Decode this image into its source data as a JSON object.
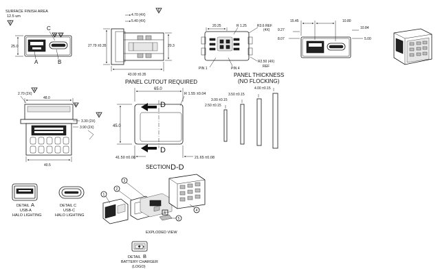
{
  "surface_finish": {
    "title": "SURFACE FINISH AREA",
    "value": "12.5 um",
    "flag": "E"
  },
  "front_view": {
    "dim_height": "25.0",
    "label_a": "A",
    "label_b": "B",
    "label_c": "C",
    "flags": [
      "A",
      "D"
    ]
  },
  "side_view": {
    "dim_470": "4.70 (4X)",
    "dim_540": "5.40 (4X)",
    "dim_2779": "27.79 ±0.35",
    "dim_4300": "43.00 ±0.35",
    "dim_203": "20.3",
    "flag": "E"
  },
  "rear_view": {
    "dim_2025": "20.25",
    "dim_r125": "R 1.25",
    "dim_r36": "R3.6 REF",
    "dim_r36_qty": "(4X)",
    "dim_r250": "R2.50 (4X)",
    "ref": "REF",
    "pin1": "PIN 1",
    "pin4": "PIN 4"
  },
  "right_front_view": {
    "dim_1545": "15.45",
    "dim_1080": "10.80",
    "dim_927": "9.27",
    "dim_1084": "10.84",
    "dim_807": "8.07",
    "dim_500": "5.00"
  },
  "bottom_view": {
    "dim_2x270": "2.70 (2X)",
    "dim_480": "48.0",
    "dim_330": "3.30 (2X)",
    "dim_390": "3.90 (2X)",
    "dim_405": "40.5",
    "flags": [
      "A",
      "E",
      "E"
    ]
  },
  "panel_cutout": {
    "title": "PANEL CUTOUT REQUIRED",
    "dim_650": "65.0",
    "dim_r155": "R 1.55 ±0.04",
    "dim_450": "45.0",
    "dim_4150": "41.50 ±0.08",
    "dim_2165": "21.65 ±0.08",
    "section_mark": "D",
    "section_word": "SECTION",
    "section_letters": "D-D"
  },
  "panel_thickness": {
    "title_1": "PANEL THICKNESS",
    "title_2": "(NO FLOCKING)",
    "dims": [
      "4.00 ±0.15",
      "3.50 ±0.15",
      "3.00 ±0.15",
      "2.50 ±0.15"
    ]
  },
  "details": {
    "a_word": "DETAIL",
    "a_letter": "A",
    "a_line2": "USB-A",
    "a_line3": "HALO LIGHTING",
    "c_line1": "DETAIL C",
    "c_line2": "USB-C",
    "c_line3": "HALO LIGHTING",
    "b_word": "DETAIL",
    "b_letter": "B",
    "b_line2": "BATTERY CHARGER",
    "b_line3": "(LOGO)"
  },
  "exploded": {
    "caption": "EXPLODED VIEW",
    "callouts": [
      "1",
      "2",
      "3",
      "4",
      "5",
      "6"
    ]
  }
}
